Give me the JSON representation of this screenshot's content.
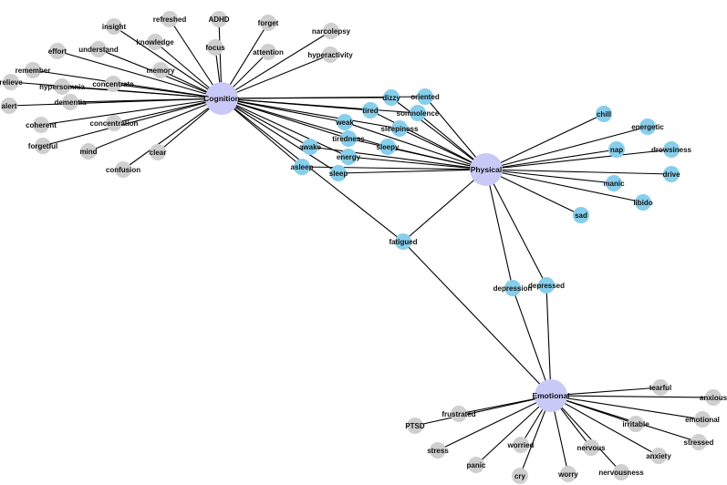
{
  "colors": {
    "hub": "#c9c9f7",
    "physical": "#87ceeb",
    "gray": "#cfcfcf",
    "edge": "#000000"
  },
  "hubs": [
    {
      "id": "cognition",
      "label": "Cognition"
    },
    {
      "id": "physical",
      "label": "Physical"
    },
    {
      "id": "emotional",
      "label": "Emotional"
    }
  ],
  "nodes": [
    {
      "id": "insight",
      "label": "insight",
      "group": "gray",
      "links": [
        "cognition"
      ]
    },
    {
      "id": "refreshed",
      "label": "refreshed",
      "group": "gray",
      "links": [
        "cognition"
      ]
    },
    {
      "id": "adhd",
      "label": "ADHD",
      "group": "gray",
      "links": [
        "cognition"
      ]
    },
    {
      "id": "forget",
      "label": "forget",
      "group": "gray",
      "links": [
        "cognition"
      ]
    },
    {
      "id": "narcolepsy",
      "label": "narcolepsy",
      "group": "gray",
      "links": [
        "cognition"
      ]
    },
    {
      "id": "knowledge",
      "label": "knowledge",
      "group": "gray",
      "links": [
        "cognition"
      ]
    },
    {
      "id": "understand",
      "label": "understand",
      "group": "gray",
      "links": [
        "cognition"
      ]
    },
    {
      "id": "focus",
      "label": "focus",
      "group": "gray",
      "links": [
        "cognition"
      ]
    },
    {
      "id": "attention",
      "label": "attention",
      "group": "gray",
      "links": [
        "cognition"
      ]
    },
    {
      "id": "hyperactivity",
      "label": "hyperactivity",
      "group": "gray",
      "links": [
        "cognition"
      ]
    },
    {
      "id": "effort",
      "label": "effort",
      "group": "gray",
      "links": [
        "cognition"
      ]
    },
    {
      "id": "memory",
      "label": "memory",
      "group": "gray",
      "links": [
        "cognition"
      ]
    },
    {
      "id": "remember",
      "label": "remember",
      "group": "gray",
      "links": [
        "cognition"
      ]
    },
    {
      "id": "hypersomnia",
      "label": "hypersomnia",
      "group": "gray",
      "links": [
        "cognition"
      ]
    },
    {
      "id": "concentrate",
      "label": "concentrate",
      "group": "gray",
      "links": [
        "cognition"
      ]
    },
    {
      "id": "relieve",
      "label": "relieve",
      "group": "gray",
      "links": [
        "cognition"
      ]
    },
    {
      "id": "dementia",
      "label": "dementia",
      "group": "gray",
      "links": [
        "cognition"
      ]
    },
    {
      "id": "alert",
      "label": "alert",
      "group": "gray",
      "links": [
        "cognition"
      ]
    },
    {
      "id": "coherent",
      "label": "coherent",
      "group": "gray",
      "links": [
        "cognition"
      ]
    },
    {
      "id": "concentration",
      "label": "concentration",
      "group": "gray",
      "links": [
        "cognition"
      ]
    },
    {
      "id": "forgetful",
      "label": "forgetful",
      "group": "gray",
      "links": [
        "cognition"
      ]
    },
    {
      "id": "mind",
      "label": "mind",
      "group": "gray",
      "links": [
        "cognition"
      ]
    },
    {
      "id": "clear",
      "label": "clear",
      "group": "gray",
      "links": [
        "cognition"
      ]
    },
    {
      "id": "confusion",
      "label": "confusion",
      "group": "gray",
      "links": [
        "cognition"
      ]
    },
    {
      "id": "dizzy",
      "label": "dizzy",
      "group": "physical",
      "links": [
        "cognition",
        "physical"
      ]
    },
    {
      "id": "oriented",
      "label": "oriented",
      "group": "physical",
      "links": [
        "cognition",
        "physical"
      ]
    },
    {
      "id": "tired",
      "label": "tired",
      "group": "physical",
      "links": [
        "cognition",
        "physical"
      ]
    },
    {
      "id": "somnolence",
      "label": "somnolence",
      "group": "physical",
      "links": [
        "cognition",
        "physical"
      ]
    },
    {
      "id": "weak",
      "label": "weak",
      "group": "physical",
      "links": [
        "cognition",
        "physical"
      ]
    },
    {
      "id": "sleepiness",
      "label": "sleepiness",
      "group": "physical",
      "links": [
        "cognition",
        "physical"
      ]
    },
    {
      "id": "tiredness",
      "label": "tiredness",
      "group": "physical",
      "links": [
        "cognition",
        "physical"
      ]
    },
    {
      "id": "sleepy",
      "label": "sleepy",
      "group": "physical",
      "links": [
        "cognition",
        "physical"
      ]
    },
    {
      "id": "awake",
      "label": "awake",
      "group": "physical",
      "links": [
        "cognition",
        "physical"
      ]
    },
    {
      "id": "energy",
      "label": "energy",
      "group": "physical",
      "links": [
        "cognition",
        "physical"
      ]
    },
    {
      "id": "asleep",
      "label": "asleep",
      "group": "physical",
      "links": [
        "cognition",
        "physical"
      ]
    },
    {
      "id": "sleep",
      "label": "sleep",
      "group": "physical",
      "links": [
        "cognition",
        "physical"
      ]
    },
    {
      "id": "fatigued",
      "label": "fatigued",
      "group": "physical",
      "links": [
        "cognition",
        "physical",
        "emotional"
      ]
    },
    {
      "id": "chill",
      "label": "chill",
      "group": "physical",
      "links": [
        "physical"
      ]
    },
    {
      "id": "energetic",
      "label": "energetic",
      "group": "physical",
      "links": [
        "physical"
      ]
    },
    {
      "id": "nap",
      "label": "nap",
      "group": "physical",
      "links": [
        "physical"
      ]
    },
    {
      "id": "drowsiness",
      "label": "drowsiness",
      "group": "physical",
      "links": [
        "physical"
      ]
    },
    {
      "id": "drive",
      "label": "drive",
      "group": "physical",
      "links": [
        "physical"
      ]
    },
    {
      "id": "manic",
      "label": "manic",
      "group": "physical",
      "links": [
        "physical"
      ]
    },
    {
      "id": "libido",
      "label": "libido",
      "group": "physical",
      "links": [
        "physical"
      ]
    },
    {
      "id": "sad",
      "label": "sad",
      "group": "physical",
      "links": [
        "physical"
      ]
    },
    {
      "id": "depression",
      "label": "depression",
      "group": "physical",
      "links": [
        "physical",
        "emotional"
      ]
    },
    {
      "id": "depressed",
      "label": "depressed",
      "group": "physical",
      "links": [
        "physical",
        "emotional"
      ]
    },
    {
      "id": "tearful",
      "label": "tearful",
      "group": "gray",
      "links": [
        "emotional"
      ]
    },
    {
      "id": "anxious",
      "label": "anxious",
      "group": "gray",
      "links": [
        "emotional"
      ]
    },
    {
      "id": "frustrated",
      "label": "frustrated",
      "group": "gray",
      "links": [
        "emotional"
      ]
    },
    {
      "id": "ptsd",
      "label": "PTSD",
      "group": "gray",
      "links": [
        "emotional"
      ]
    },
    {
      "id": "irritable",
      "label": "irritable",
      "group": "gray",
      "links": [
        "emotional"
      ]
    },
    {
      "id": "emotional-node",
      "label": "emotional",
      "group": "gray",
      "links": [
        "emotional"
      ]
    },
    {
      "id": "stressed",
      "label": "stressed",
      "group": "gray",
      "links": [
        "emotional"
      ]
    },
    {
      "id": "stress",
      "label": "stress",
      "group": "gray",
      "links": [
        "emotional"
      ]
    },
    {
      "id": "worried",
      "label": "worried",
      "group": "gray",
      "links": [
        "emotional"
      ]
    },
    {
      "id": "nervous",
      "label": "nervous",
      "group": "gray",
      "links": [
        "emotional"
      ]
    },
    {
      "id": "anxiety",
      "label": "anxiety",
      "group": "gray",
      "links": [
        "emotional"
      ]
    },
    {
      "id": "panic",
      "label": "panic",
      "group": "gray",
      "links": [
        "emotional"
      ]
    },
    {
      "id": "worry",
      "label": "worry",
      "group": "gray",
      "links": [
        "emotional"
      ]
    },
    {
      "id": "nervousness",
      "label": "nervousness",
      "group": "gray",
      "links": [
        "emotional"
      ]
    },
    {
      "id": "cry",
      "label": "cry",
      "group": "gray",
      "links": [
        "emotional"
      ]
    }
  ]
}
